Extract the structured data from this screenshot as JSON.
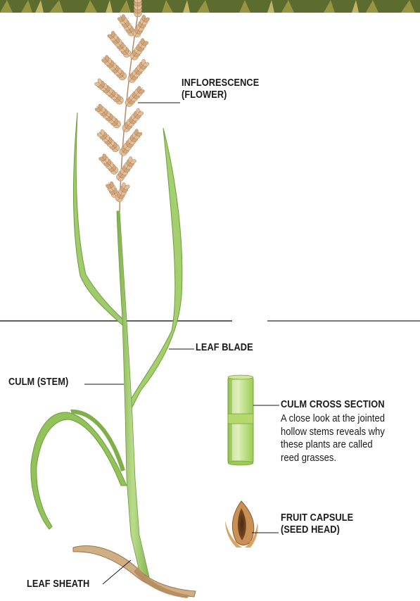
{
  "colors": {
    "stem_green": "#9cc86a",
    "leaf_green": "#8fbf5c",
    "flower_tan": "#d9b48f",
    "sheath_tan": "#c9a27a",
    "divider": "#2b2b2b",
    "text": "#1a1a1a"
  },
  "labels": {
    "inflorescence": {
      "line1": "INFLORESCENCE",
      "line2": "(FLOWER)"
    },
    "leaf_blade": "LEAF BLADE",
    "culm_stem": "CULM (STEM)",
    "culm_cross_section": {
      "title": "CULM CROSS SECTION",
      "desc": [
        "A close look at the jointed",
        "hollow stems reveals why",
        "these plants are called",
        "reed grasses."
      ]
    },
    "fruit_capsule": {
      "line1": "FRUIT CAPSULE",
      "line2": "(SEED HEAD)"
    },
    "leaf_sheath": "LEAF SHEATH"
  }
}
